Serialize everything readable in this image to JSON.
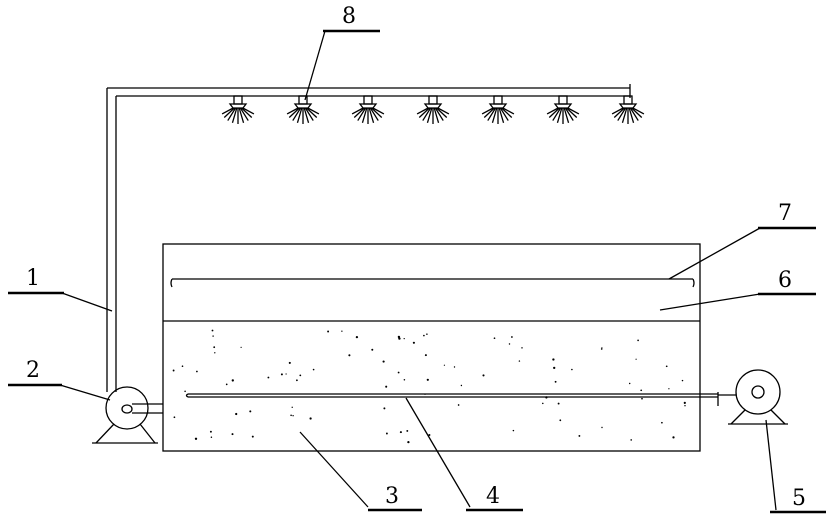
{
  "diagram": {
    "labels": {
      "l1": "1",
      "l2": "2",
      "l3": "3",
      "l4": "4",
      "l5": "5",
      "l6": "6",
      "l7": "7",
      "l8": "8"
    },
    "spray_nozzle_count": 7
  }
}
